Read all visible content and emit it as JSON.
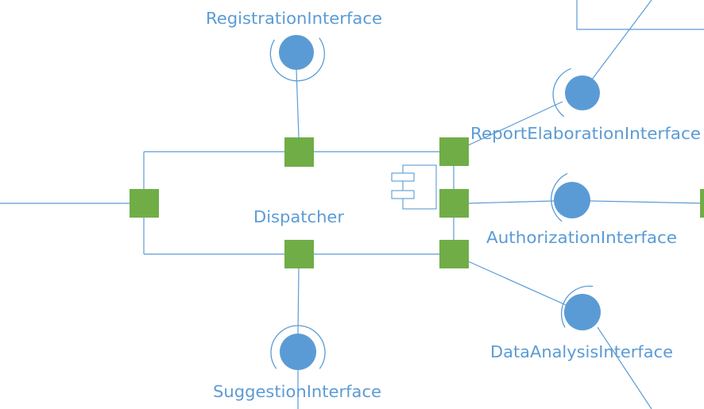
{
  "component": {
    "name": "Dispatcher"
  },
  "interfaces": {
    "registration": "RegistrationInterface",
    "report_elaboration": "ReportElaborationInterface",
    "authorization": "AuthorizationInterface",
    "data_analysis": "DataAnalysisInterface",
    "suggestion": "SuggestionInterface"
  },
  "colors": {
    "line": "#5b9bd5",
    "port": "#70ad47",
    "interface_ball": "#5b9bd5",
    "text": "#5b9bd5"
  }
}
